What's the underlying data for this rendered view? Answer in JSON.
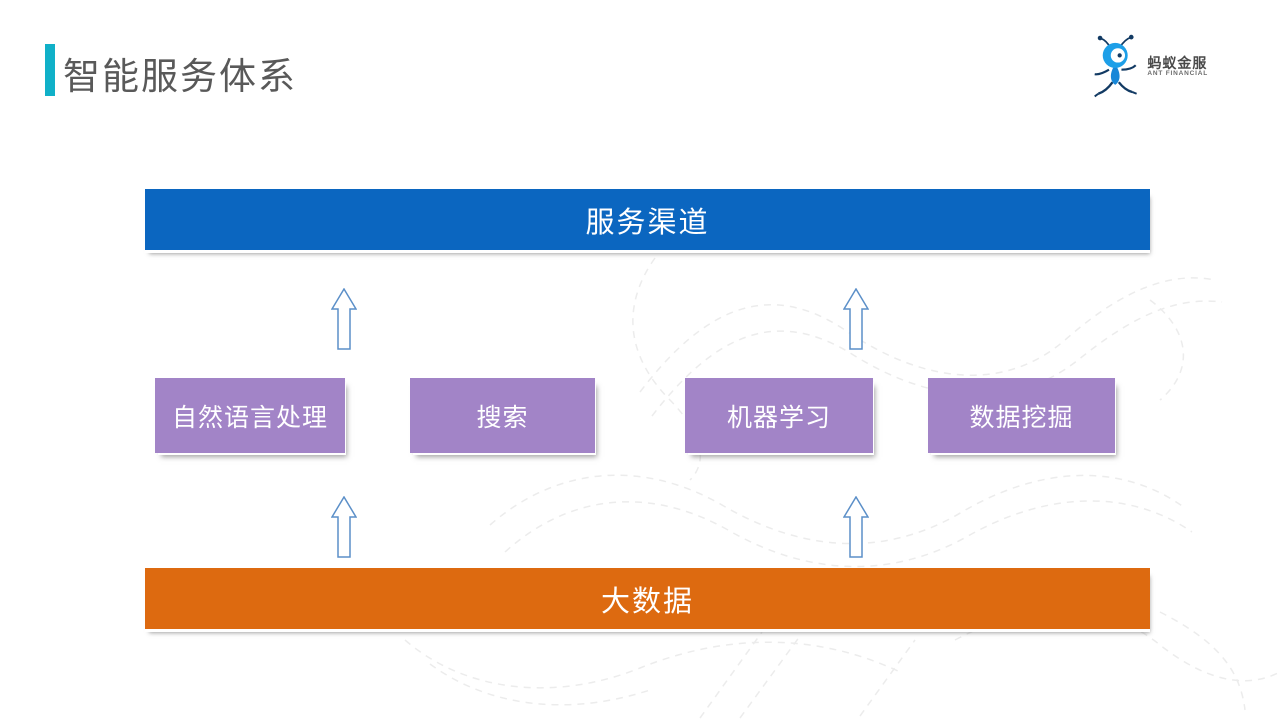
{
  "slide": {
    "title": "智能服务体系"
  },
  "logo": {
    "brand_cn": "蚂蚁金服",
    "brand_en": "ANT FINANCIAL"
  },
  "diagram": {
    "top_layer": {
      "label": "服务渠道",
      "color": "#0b66c0"
    },
    "middle_layer": {
      "color": "#a284c7",
      "items": [
        {
          "label": "自然语言处理"
        },
        {
          "label": "搜索"
        },
        {
          "label": "机器学习"
        },
        {
          "label": "数据挖掘"
        }
      ]
    },
    "bottom_layer": {
      "label": "大数据",
      "color": "#dd6a10"
    },
    "arrows": {
      "icon": "up-arrow-icon",
      "stroke_color": "#5b8fc8",
      "count": 4
    }
  },
  "accent": {
    "title_bar_color": "#10b0c8",
    "title_text_color": "#595959",
    "background_wave_color": "#ececec"
  }
}
